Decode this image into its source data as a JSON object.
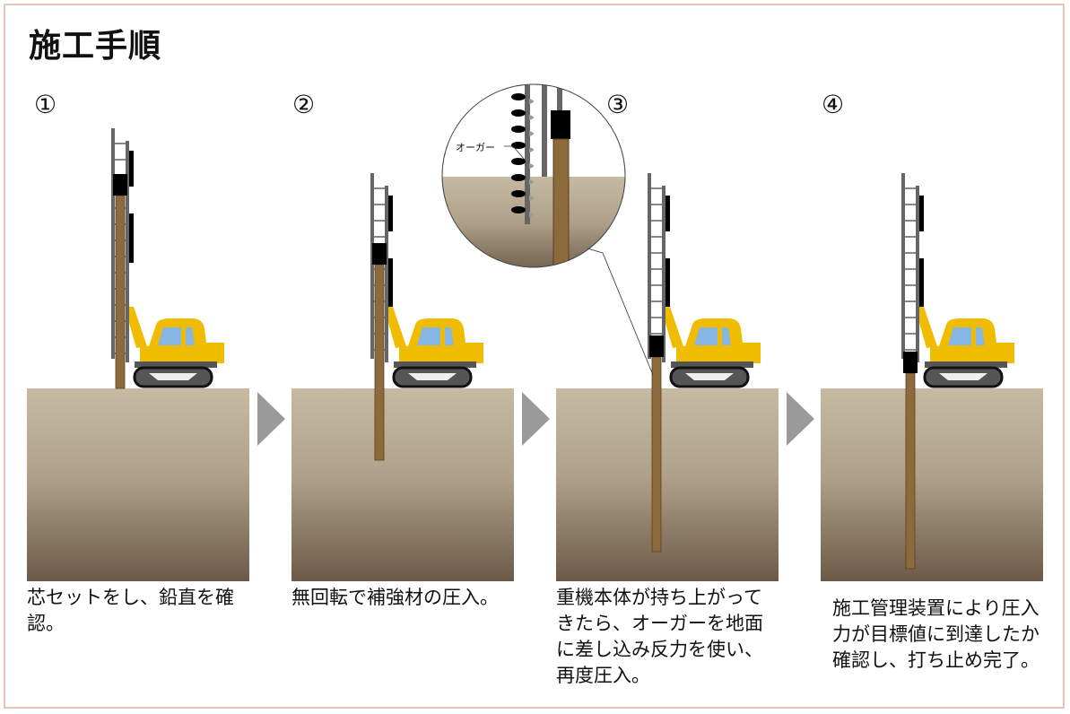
{
  "title": "施工手順",
  "auger_label": "オーガー",
  "steps": [
    {
      "number": "①",
      "caption": "芯セットをし、鉛直を確認。"
    },
    {
      "number": "②",
      "caption": "無回転で補強材の圧入。"
    },
    {
      "number": "③",
      "caption": "重機本体が持ち上がってきたら、オーガーを地面に差し込み反力を使い、再度圧入。"
    },
    {
      "number": "④",
      "caption": "施工管理装置により圧入力が目標値に到達したか確認し、打ち止め完了。"
    }
  ],
  "colors": {
    "machine": "#f0bc00",
    "window": "#86b6e4",
    "pile": "#8c6a3c",
    "ground_top": "#c6baa2",
    "ground_bottom": "#6b5a48",
    "arrow": "#9a9a9a"
  }
}
